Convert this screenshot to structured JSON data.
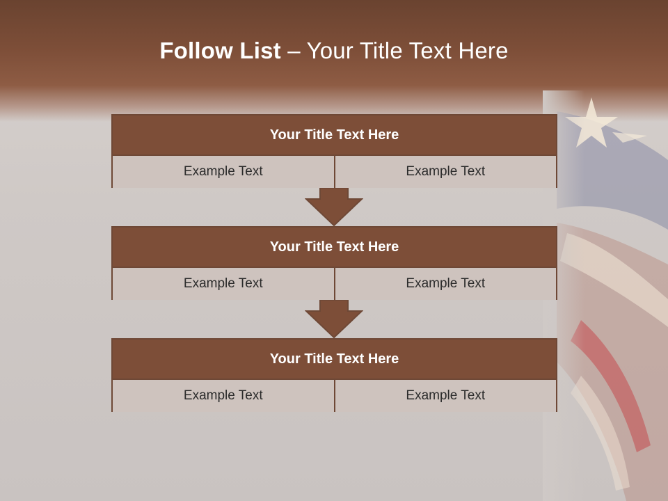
{
  "slide": {
    "title_bold": "Follow List",
    "title_rest": " – Your Title Text Here"
  },
  "steps": [
    {
      "title": "Your Title Text Here",
      "left": "Example Text",
      "right": "Example Text"
    },
    {
      "title": "Your Title Text Here",
      "left": "Example Text",
      "right": "Example Text"
    },
    {
      "title": "Your Title Text Here",
      "left": "Example Text",
      "right": "Example Text"
    }
  ],
  "colors": {
    "accent": "#7d4e38",
    "border": "#6e4836",
    "cell_bg": "#cec3be",
    "background": "#cfc9c6"
  },
  "icons": {
    "connector": "down-arrow-icon",
    "background_art": "flag-icon"
  }
}
